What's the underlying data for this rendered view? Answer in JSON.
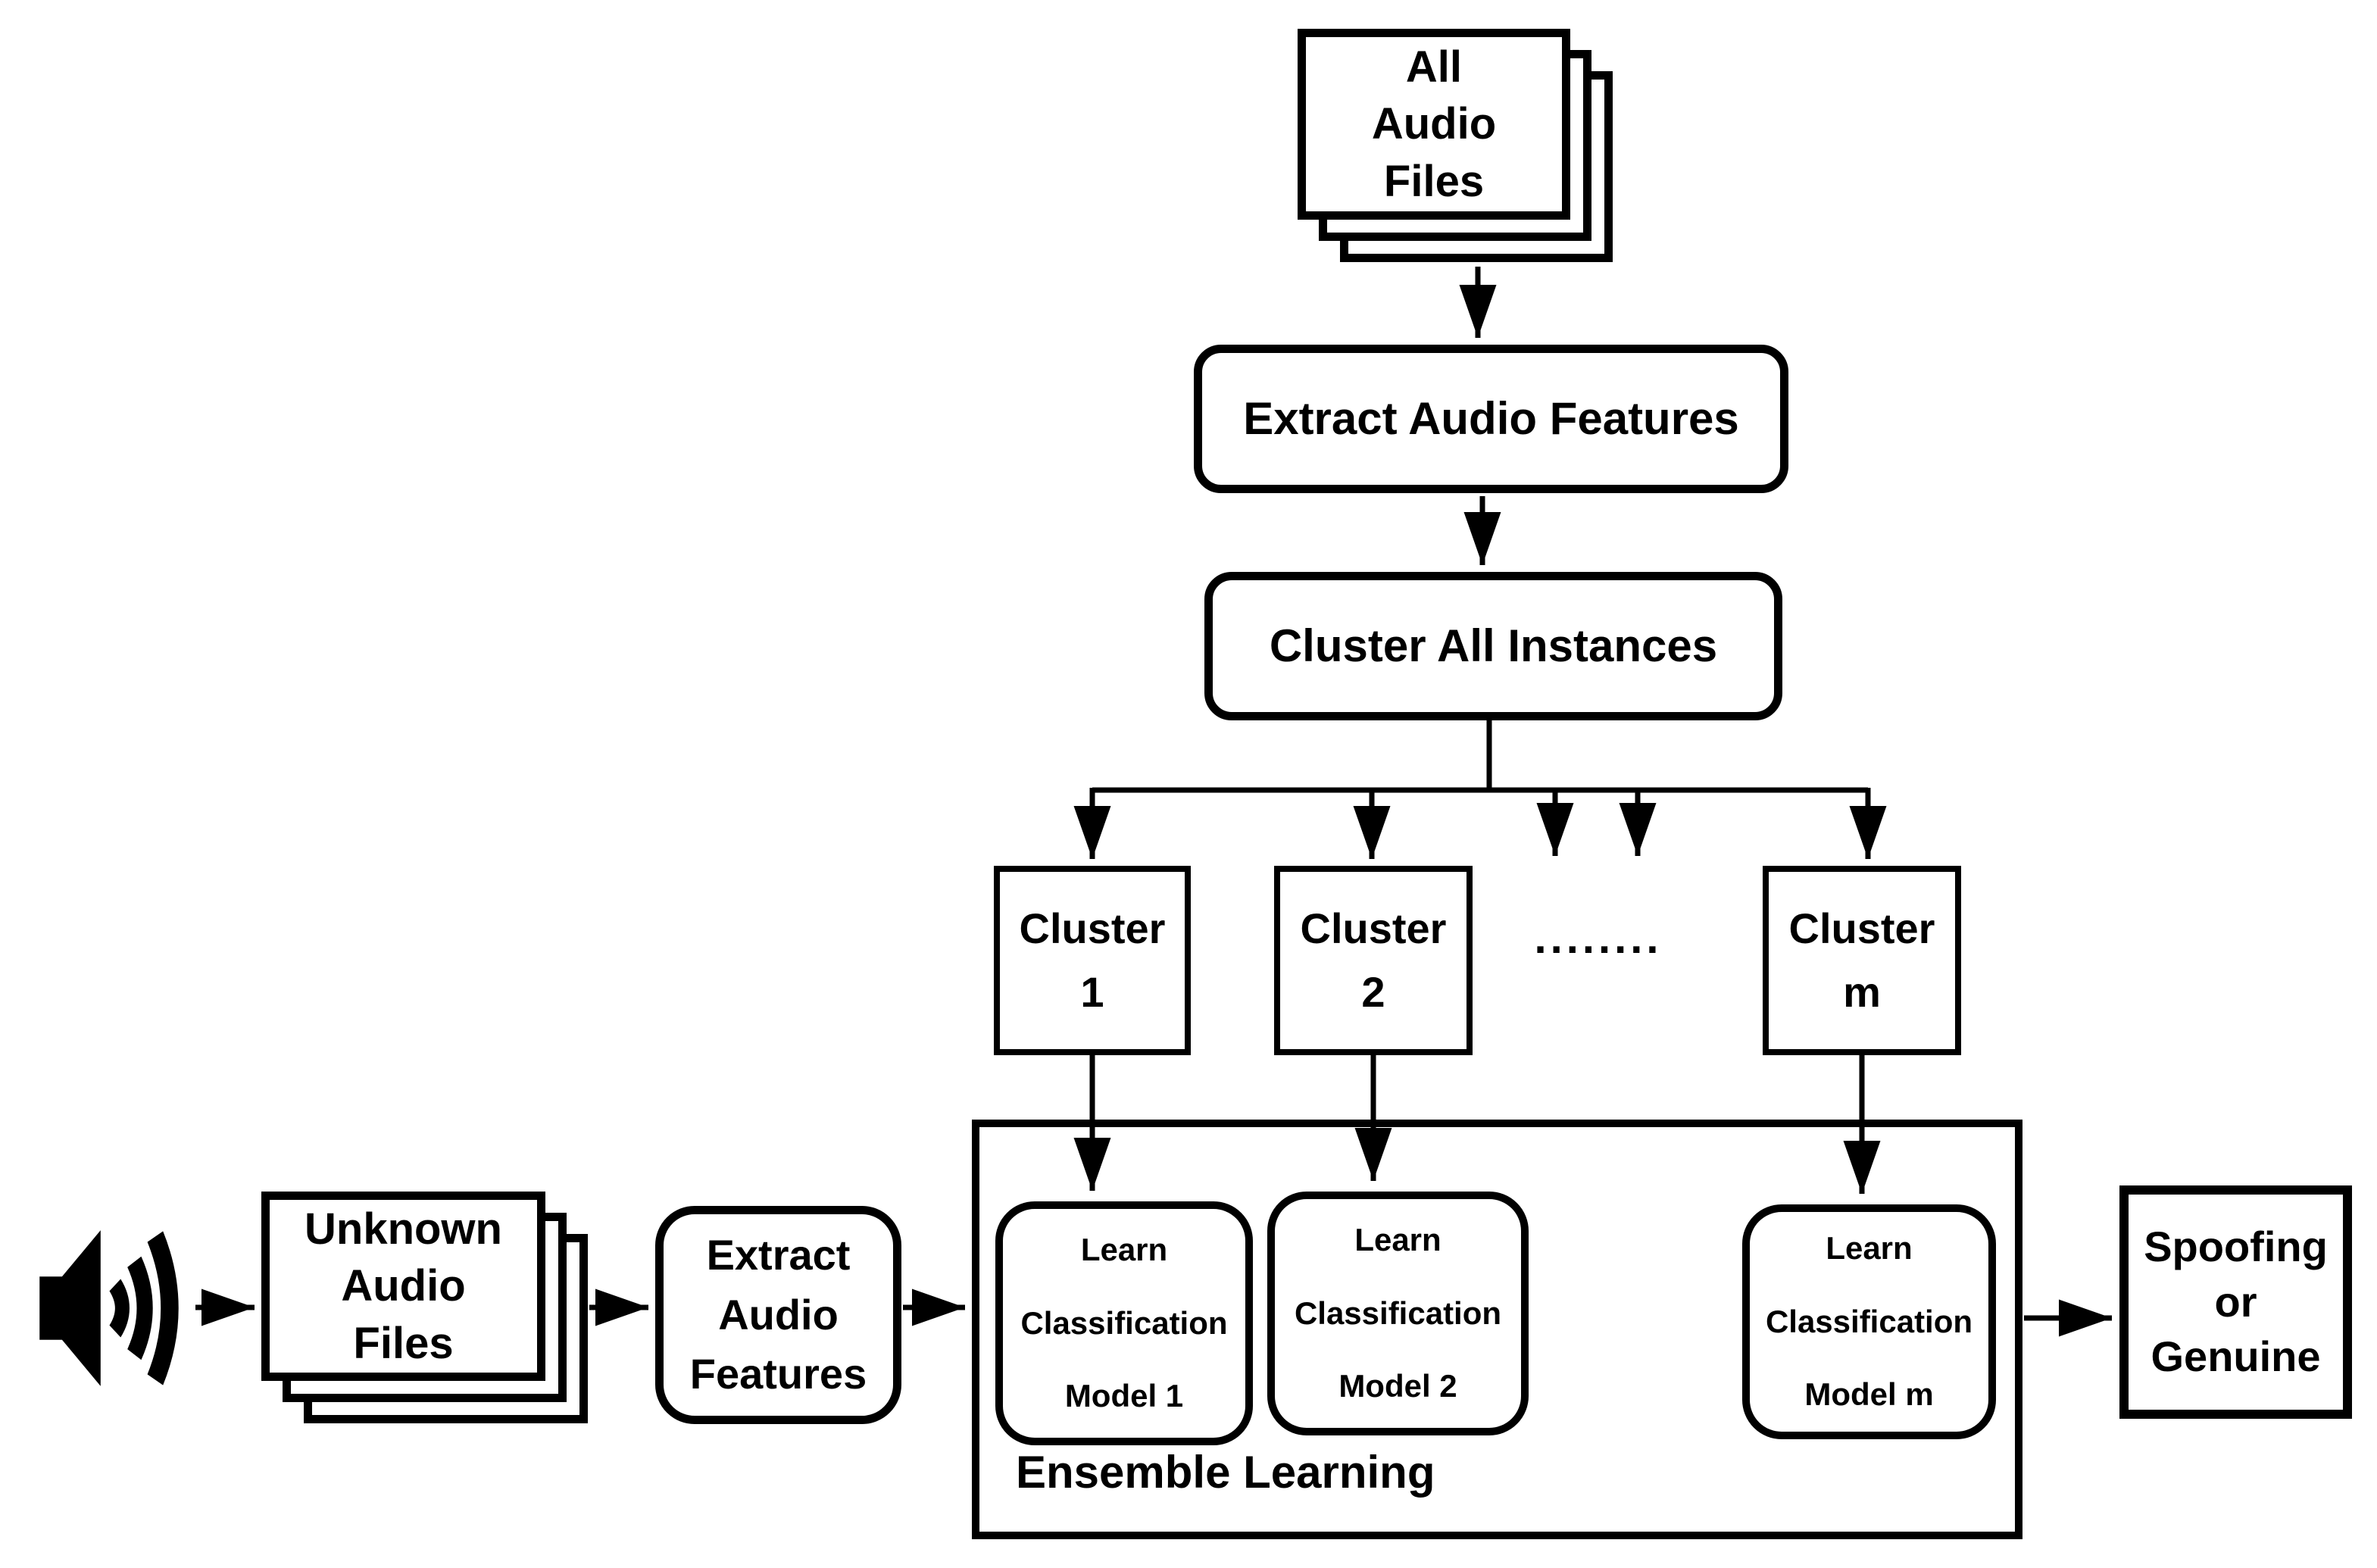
{
  "figure": {
    "type": "flowchart",
    "background": "#ffffff",
    "ink": "#000000"
  },
  "nodes": {
    "all_audio_files": {
      "label": "All\nAudio\nFiles",
      "shape": "stacked-documents"
    },
    "extract_features_top": {
      "label": "Extract Audio Features",
      "shape": "rounded-rect"
    },
    "cluster_all_instances": {
      "label": "Cluster All Instances",
      "shape": "rounded-rect"
    },
    "cluster_1": {
      "label": "Cluster\n1",
      "shape": "rect"
    },
    "cluster_2": {
      "label": "Cluster\n2",
      "shape": "rect"
    },
    "cluster_gap": {
      "label": "........"
    },
    "cluster_m": {
      "label": "Cluster\nm",
      "shape": "rect"
    },
    "ensemble": {
      "label": "Ensemble Learning",
      "shape": "rect-container"
    },
    "model_1": {
      "label": "Learn\nClassification\nModel 1",
      "shape": "rounded-rect"
    },
    "model_2": {
      "label": "Learn\nClassification\nModel 2",
      "shape": "rounded-rect"
    },
    "model_m": {
      "label": "Learn\nClassification\nModel m",
      "shape": "rounded-rect"
    },
    "unknown_audio_files": {
      "label": "Unknown\nAudio\nFiles",
      "shape": "stacked-documents"
    },
    "extract_features_input": {
      "label": "Extract\nAudio\nFeatures",
      "shape": "rounded-rect"
    },
    "decision": {
      "label": "Spoofing\nor\nGenuine",
      "shape": "rect"
    }
  },
  "icons": {
    "speaker": "speaker-sound-icon"
  }
}
